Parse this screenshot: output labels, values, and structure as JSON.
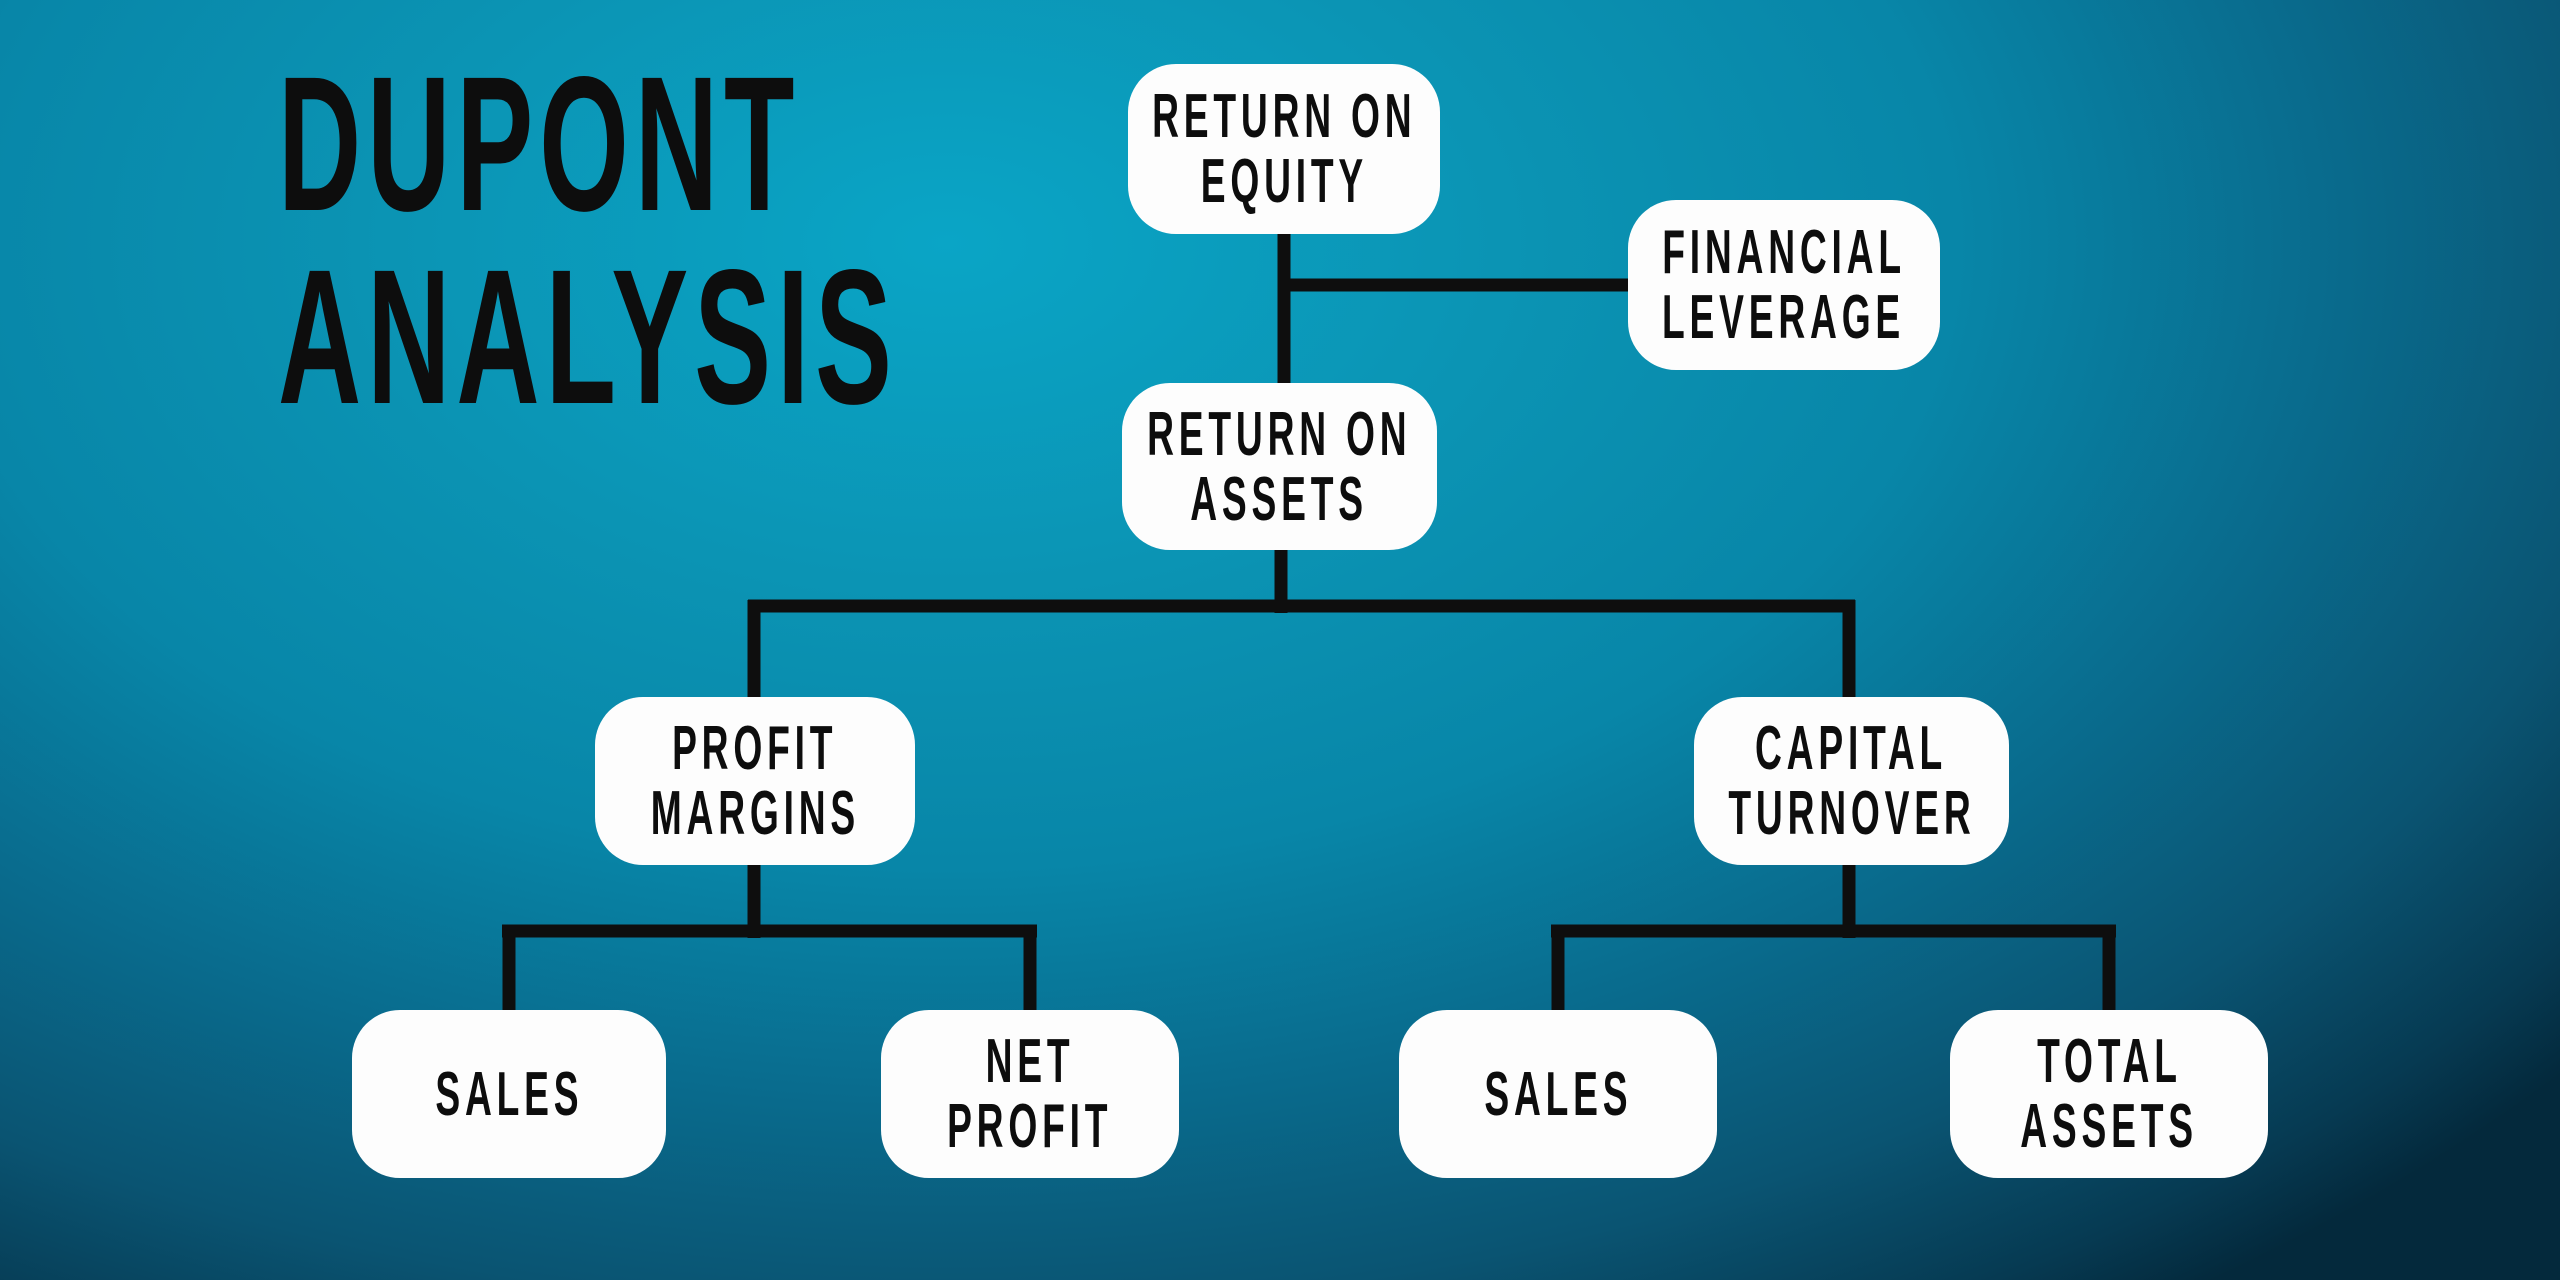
{
  "title": {
    "line1": "DUPONT",
    "line2": "ANALYSIS"
  },
  "nodes": [
    {
      "id": "return-on-equity",
      "label": "RETURN ON EQUITY",
      "lines": [
        "RETURN ON",
        "EQUITY"
      ]
    },
    {
      "id": "financial-leverage",
      "label": "FINANCIAL LEVERAGE",
      "lines": [
        "FINANCIAL",
        "LEVERAGE"
      ]
    },
    {
      "id": "return-on-assets",
      "label": "RETURN ON ASSETS",
      "lines": [
        "RETURN ON",
        "ASSETS"
      ]
    },
    {
      "id": "profit-margins",
      "label": "PROFIT MARGINS",
      "lines": [
        "PROFIT",
        "MARGINS"
      ]
    },
    {
      "id": "capital-turnover",
      "label": "CAPITAL TURNOVER",
      "lines": [
        "CAPITAL",
        "TURNOVER"
      ]
    },
    {
      "id": "sales-under-profit-margins",
      "label": "SALES",
      "lines": [
        "SALES"
      ]
    },
    {
      "id": "net-profit",
      "label": "NET PROFIT",
      "lines": [
        "NET",
        "PROFIT"
      ]
    },
    {
      "id": "sales-under-capital-turnover",
      "label": "SALES",
      "lines": [
        "SALES"
      ]
    },
    {
      "id": "total-assets",
      "label": "TOTAL ASSETS",
      "lines": [
        "TOTAL",
        "ASSETS"
      ]
    }
  ],
  "colors": {
    "bg-center": "#0aa5c6",
    "bg-stop2": "#0b93b3",
    "bg-mid": "#0886a8",
    "bg-stop4": "#096b8d",
    "bg-deep": "#0a5472",
    "bg-stop6": "#063a52",
    "bg-corner": "#04293c",
    "node-fill": "#fdfdfd",
    "line-color": "#0e0e0e",
    "text-color": "#0d0d0d"
  }
}
